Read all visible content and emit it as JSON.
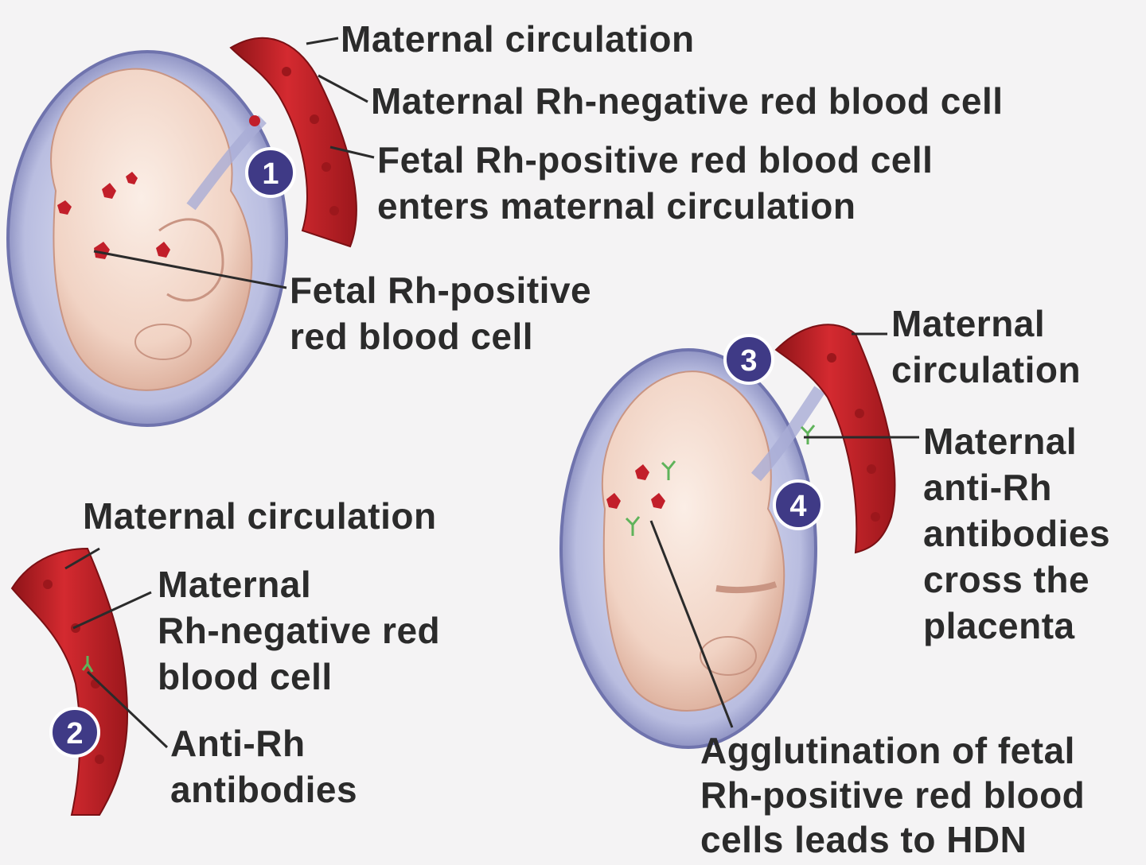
{
  "panel1": {
    "step": "1",
    "label_maternal_circulation": "Maternal circulation",
    "label_maternal_rh_negative": "Maternal Rh-negative red blood cell",
    "label_fetal_enters": [
      "Fetal Rh-positive red blood cell",
      "enters maternal circulation"
    ],
    "label_fetal_cell": [
      "Fetal Rh-positive",
      "red blood cell"
    ]
  },
  "panel2": {
    "step": "2",
    "label_maternal_circulation": "Maternal circulation",
    "label_maternal_rh_negative": [
      "Maternal",
      "Rh-negative red",
      "blood cell"
    ],
    "label_antibodies": [
      "Anti-Rh",
      "antibodies"
    ]
  },
  "panel3": {
    "step_3": "3",
    "step_4": "4",
    "label_maternal_circulation": [
      "Maternal",
      "circulation"
    ],
    "label_antibodies_cross": [
      "Maternal",
      "anti-Rh",
      "antibodies",
      "cross the",
      "placenta"
    ],
    "label_agglutination": [
      "Agglutination of fetal",
      "Rh-positive red blood",
      "cells leads to HDN"
    ]
  },
  "colors": {
    "vessel": "#c8232a",
    "vessel_dark": "#8e1418",
    "uterus_wall": "#7b7fb6",
    "fetus_skin": "#f3d9cb",
    "step_badge": "#3f3a86",
    "antibody": "#5fb35a",
    "label_text": "#2b2b2b"
  }
}
